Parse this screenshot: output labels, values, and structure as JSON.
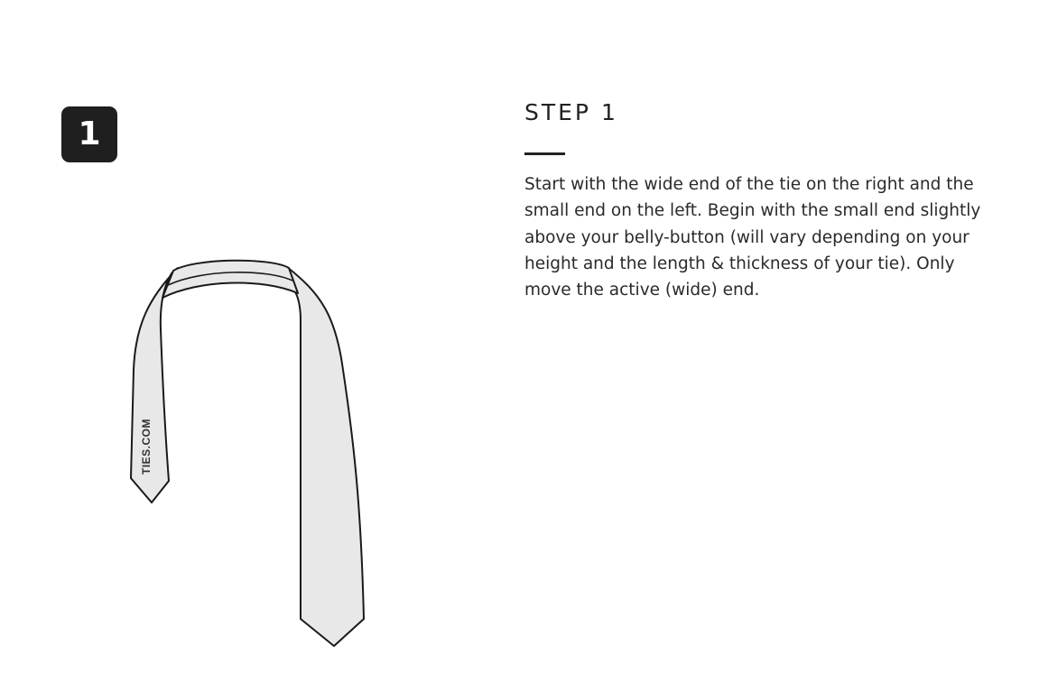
{
  "badge": {
    "number": "1"
  },
  "step": {
    "title": "STEP 1",
    "body": "Start with the wide end of the tie on the right and the small end on the left. Begin with the small end slightly above your belly-button (will vary depending on your height and the length & thickness of your tie). Only move the active (wide) end."
  },
  "illustration": {
    "watermark": "TIES.COM",
    "tie_fill": "#e8e8e8",
    "tie_stroke": "#1a1a1a"
  }
}
